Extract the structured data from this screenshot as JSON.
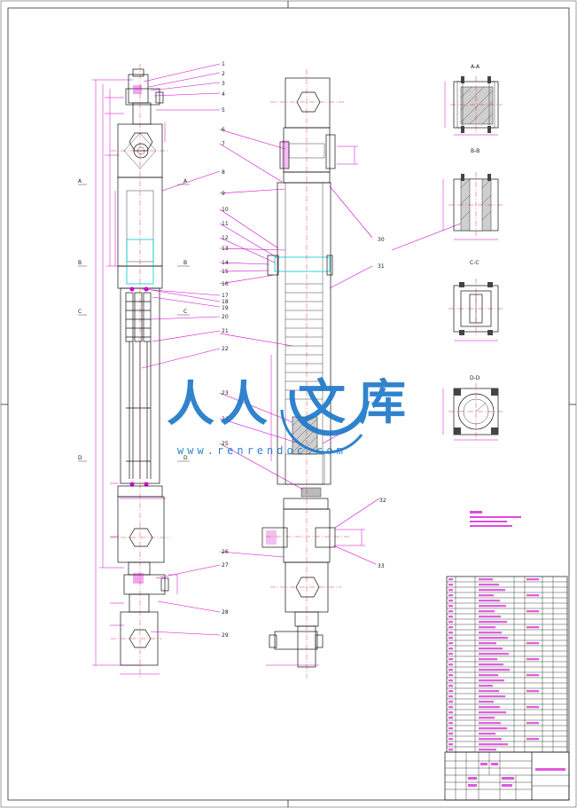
{
  "drawing": {
    "part_labels": [
      "1",
      "2",
      "3",
      "4",
      "5",
      "6",
      "7",
      "8",
      "9",
      "10",
      "11",
      "12",
      "13",
      "14",
      "15",
      "16",
      "17",
      "18",
      "19",
      "20",
      "21",
      "22",
      "23",
      "24",
      "25",
      "26",
      "27",
      "28",
      "29",
      "30",
      "31",
      "32",
      "33"
    ],
    "section_titles": [
      "A-A",
      "B-B",
      "C-C",
      "D-D"
    ],
    "cut_marks": [
      "A",
      "A",
      "B",
      "B",
      "C",
      "C",
      "D",
      "D"
    ]
  },
  "watermark": {
    "chars": [
      "人",
      "人",
      "文",
      "库"
    ],
    "url": "www.renrendoc.com"
  },
  "colors": {
    "dimension": "#d000d0",
    "centerline": "#d01010",
    "watermark": "#1f79c9",
    "highlight": "#00c8d8"
  }
}
